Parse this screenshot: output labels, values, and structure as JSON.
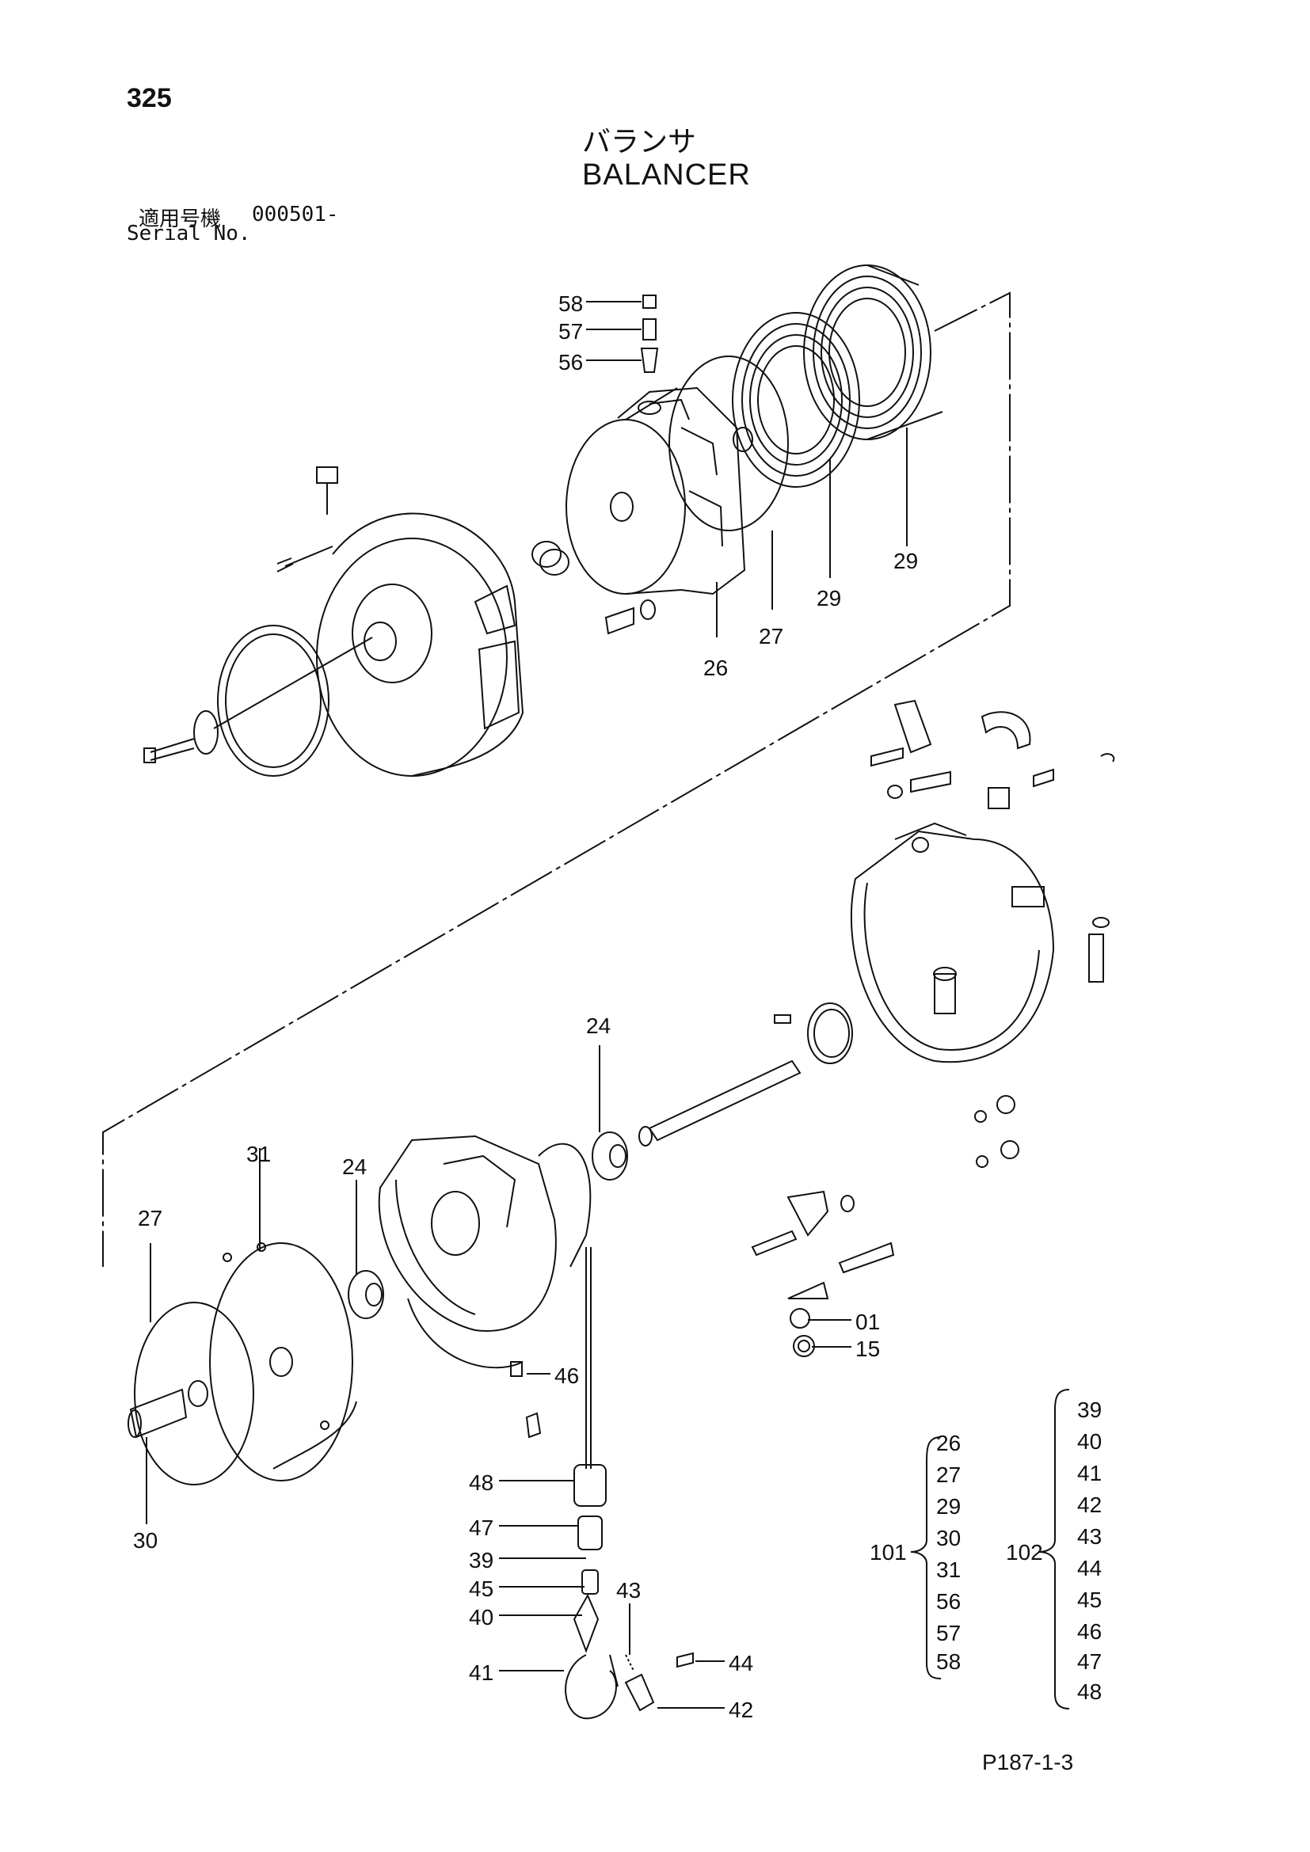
{
  "header": {
    "page_number": "325",
    "title_jp": "バランサ",
    "title_en": "BALANCER",
    "serial_label_jp": "適用号機",
    "serial_value": "000501-",
    "serial_label_en": "Serial No."
  },
  "callouts": [
    {
      "id": "c58",
      "label": "58"
    },
    {
      "id": "c57",
      "label": "57"
    },
    {
      "id": "c56",
      "label": "56"
    },
    {
      "id": "c29a",
      "label": "29"
    },
    {
      "id": "c29b",
      "label": "29"
    },
    {
      "id": "c27a",
      "label": "27"
    },
    {
      "id": "c26",
      "label": "26"
    },
    {
      "id": "c24a",
      "label": "24"
    },
    {
      "id": "c24b",
      "label": "24"
    },
    {
      "id": "c31",
      "label": "31"
    },
    {
      "id": "c27b",
      "label": "27"
    },
    {
      "id": "c30",
      "label": "30"
    },
    {
      "id": "c46",
      "label": "46"
    },
    {
      "id": "c01",
      "label": "01"
    },
    {
      "id": "c15",
      "label": "15"
    },
    {
      "id": "c48",
      "label": "48"
    },
    {
      "id": "c47",
      "label": "47"
    },
    {
      "id": "c39",
      "label": "39"
    },
    {
      "id": "c45",
      "label": "45"
    },
    {
      "id": "c40",
      "label": "40"
    },
    {
      "id": "c43",
      "label": "43"
    },
    {
      "id": "c41",
      "label": "41"
    },
    {
      "id": "c44",
      "label": "44"
    },
    {
      "id": "c42",
      "label": "42"
    }
  ],
  "kits": [
    {
      "number": "101",
      "items": [
        "26",
        "27",
        "29",
        "30",
        "31",
        "56",
        "57",
        "58"
      ]
    },
    {
      "number": "102",
      "items": [
        "39",
        "40",
        "41",
        "42",
        "43",
        "44",
        "45",
        "46",
        "47",
        "48"
      ]
    }
  ],
  "footer": {
    "doc_code": "P187-1-3"
  }
}
